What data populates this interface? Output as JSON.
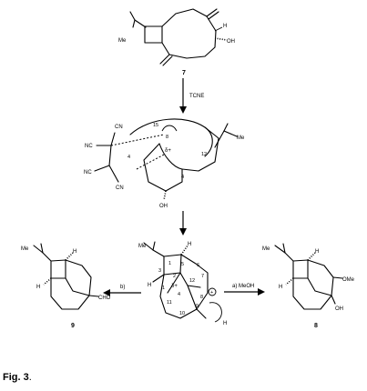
{
  "figure": {
    "caption_label": "Fig. 3",
    "caption_period": "."
  },
  "compounds": {
    "top": "7",
    "middle": "",
    "center": "",
    "left": "9",
    "right": "8"
  },
  "reagents": {
    "top_arrow": "TCNE",
    "left_arrow": "b)",
    "right_arrow": "a) MeOH"
  },
  "atom_labels": {
    "me_top": "Me",
    "h_top": "H",
    "oh_top": "OH",
    "cn_1": "CN",
    "nc_1": "NC",
    "nc_2": "NC",
    "cn_2": "CN",
    "oh_mid": "OH",
    "me_mid": "Me",
    "me_center": "Me",
    "h_center": "H",
    "h_center_b": "H",
    "h_center_c": "H",
    "me_left": "Me",
    "h_left": "H",
    "h_left_b": "H",
    "cho": "CHO",
    "me_right": "Me",
    "h_right": "H",
    "h_right_b": "H",
    "ome": "OMe",
    "oh_right": "OH"
  },
  "atom_numbers": {
    "n15": "15",
    "n8": "8",
    "n4": "4",
    "n12_mid": "12",
    "n4_mid": "4",
    "n5": "5",
    "n1": "1",
    "n3": "3",
    "n2": "2",
    "n12": "12",
    "n6": "6",
    "n7": "7",
    "n11": "11",
    "n10": "10",
    "n9": "9",
    "n8c": "8",
    "n4c": "4",
    "n1c": "1"
  },
  "charges": {
    "plus": "+",
    "delta_1": "δ+",
    "delta_2": "δ+"
  }
}
